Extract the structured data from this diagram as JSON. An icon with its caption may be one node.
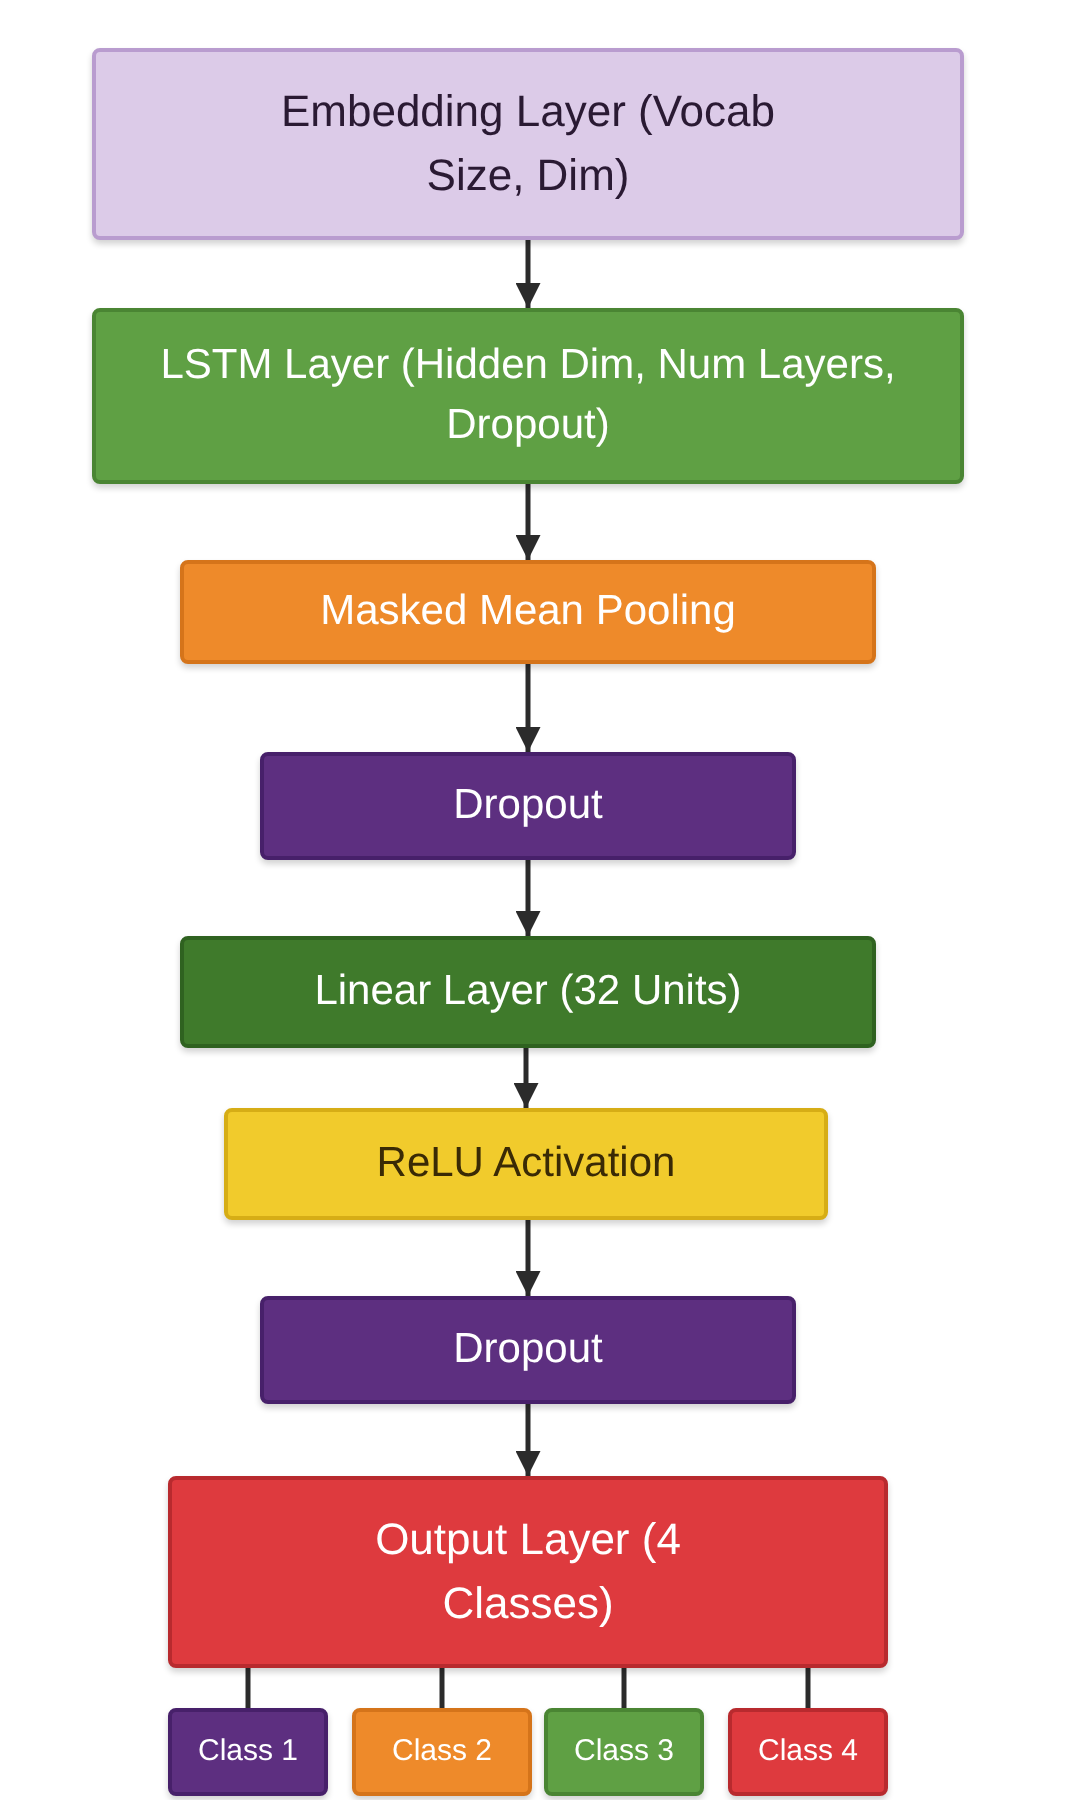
{
  "diagram": {
    "nodes": [
      {
        "text": [
          "Embedding Layer (Vocab Size, Dim)"
        ]
      },
      {
        "text": [
          "LSTM Layer (Hidden Dim, Num Layers, Dropout)"
        ]
      },
      {
        "text": [
          "Masked Mean Pooling"
        ]
      },
      {
        "text": [
          "Dropout"
        ]
      },
      {
        "text": [
          "Linear Layer (32 Units)"
        ]
      },
      {
        "text": [
          "ReLU Activation"
        ]
      },
      {
        "text": [
          "Dropout"
        ]
      },
      {
        "text": [
          "Output Layer (4 Classes)"
        ]
      },
      {
        "text": [
          "Class 1"
        ]
      },
      {
        "text": [
          "Class 2"
        ]
      },
      {
        "text": [
          "Class 3"
        ]
      },
      {
        "text": [
          "Class 4"
        ]
      }
    ],
    "edges": [
      {
        "from": 0,
        "to": 1,
        "arrow": "to"
      },
      {
        "from": 1,
        "to": 2,
        "arrow": "to"
      },
      {
        "from": 2,
        "to": 3,
        "arrow": "to"
      },
      {
        "from": 3,
        "to": 4,
        "arrow": "to"
      },
      {
        "from": 4,
        "to": 5,
        "arrow": "to"
      },
      {
        "from": 5,
        "to": 6,
        "arrow": "to"
      },
      {
        "from": 6,
        "to": 7,
        "arrow": "to"
      },
      {
        "from": 7,
        "to": 8,
        "arrow": "none"
      },
      {
        "from": 7,
        "to": 9,
        "arrow": "none"
      },
      {
        "from": 7,
        "to": 10,
        "arrow": "none"
      },
      {
        "from": 7,
        "to": 11,
        "arrow": "none"
      }
    ]
  }
}
